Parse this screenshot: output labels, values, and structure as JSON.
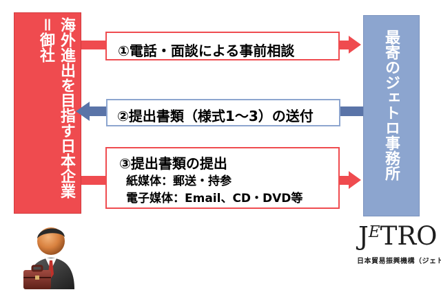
{
  "left_actor": {
    "label": "海外進出を目指す日本企業＝御社",
    "color": "#ef4b4f"
  },
  "right_actor": {
    "label": "最寄のジェトロ事務所",
    "color": "#8ca5cf"
  },
  "steps": [
    {
      "label": "①電話・面談による事前相談",
      "direction": "left-to-right"
    },
    {
      "label": "②提出書類（様式1～3）の送付",
      "direction": "right-to-left"
    },
    {
      "label": "③提出書類の提出",
      "direction": "left-to-right",
      "lines": [
        "紙媒体：郵送・持参",
        "電子媒体：Email、CD・DVD等"
      ]
    }
  ],
  "logo": {
    "mark_first": "J",
    "mark_e": "E",
    "mark_rest": "TRO",
    "subtitle": "日本貿易振興機構（ジェトロ）"
  },
  "icons": [
    "businessman-with-briefcase-icon"
  ],
  "colors": {
    "red": "#ef4b4f",
    "blue": "#8ca5cf",
    "arrow_blue": "#5a74a8"
  }
}
